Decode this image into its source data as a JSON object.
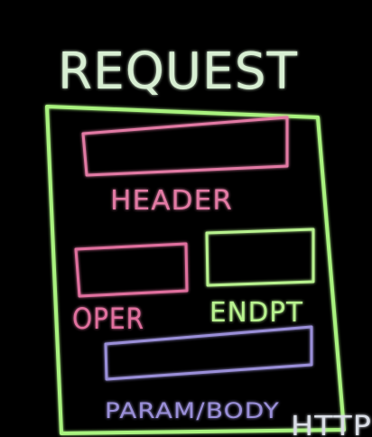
{
  "title": "REQUEST",
  "sections": {
    "header": {
      "label": "HEADER"
    },
    "oper": {
      "label": "OPER"
    },
    "endpt": {
      "label": "ENDPT"
    },
    "param_body": {
      "label": "PARAM/BODY"
    }
  },
  "footer_text": "HTTP",
  "colors": {
    "background": "#000000",
    "title": "#d8efd3",
    "outer_frame": "#a9f27f",
    "header": "#e27aa4",
    "oper": "#e0709e",
    "endpt": "#b8f28f",
    "param_body": "#9a8fd8",
    "footer": "#d9dde5"
  }
}
